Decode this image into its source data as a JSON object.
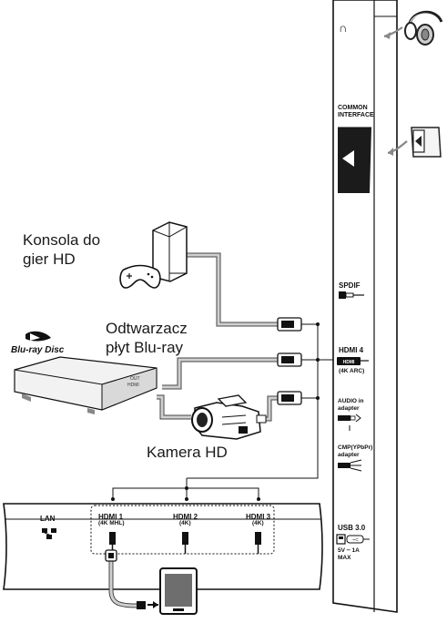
{
  "devices": {
    "console_label": "Konsola do\ngier HD",
    "bluray_label": "Odtwarzacz\npłyt Blu-ray",
    "camera_label": "Kamera HD",
    "bluray_logo": "Blu-ray Disc",
    "player_out_label": "OUT",
    "player_hdmi_label": "HDMI"
  },
  "side_panel": {
    "headphone_symbol": "∩",
    "common_interface": "COMMON\nINTERFACE",
    "spdif": "SPDIF",
    "hdmi4": "HDMI 4",
    "hdmi4_sub": "(4K ARC)",
    "audio_in": "AUDIO in\nadapter",
    "cmp_adapter": "CMP(YPbPr)\nadapter",
    "usb": "USB 3.0",
    "usb_spec": "5V ┄ 1A\nMAX"
  },
  "bottom_panel": {
    "lan": "LAN",
    "hdmi1": "HDMI 1",
    "hdmi1_sub": "(4K MHL)",
    "hdmi2": "HDMI 2",
    "hdmi2_sub": "(4K)",
    "hdmi3": "HDMI 3",
    "hdmi3_sub": "(4K)"
  }
}
